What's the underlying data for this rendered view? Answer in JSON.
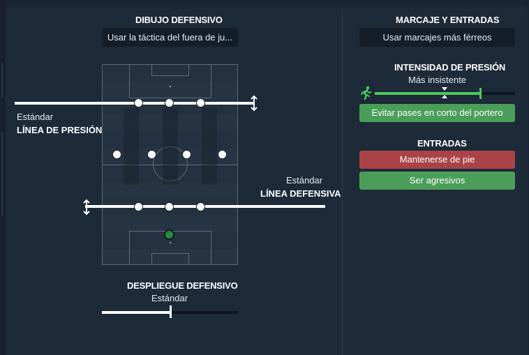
{
  "defensive_shape": {
    "heading": "DIBUJO DEFENSIVO",
    "dropdown_value": "Usar la táctica del fuera de ju..."
  },
  "pressing_line": {
    "value": "Estándar",
    "label": "LÍNEA DE PRESIÓN"
  },
  "defensive_line": {
    "value": "Estándar",
    "label": "LÍNEA DEFENSIVA"
  },
  "defensive_width": {
    "heading": "DESPLIEGUE DEFENSIVO",
    "value": "Estándar",
    "level": 0.5
  },
  "marking": {
    "heading": "MARCAJE Y ENTRADAS",
    "dropdown_value": "Usar marcajes más férreos"
  },
  "pressing_intensity": {
    "heading": "INTENSIDAD DE PRESIÓN",
    "value": "Más insistente",
    "level": 0.75,
    "button": "Evitar pases en corto del portero"
  },
  "tackling": {
    "heading": "ENTRADAS",
    "stay_on_feet": "Mantenerse de pie",
    "get_stuck_in": "Ser agresivos"
  },
  "colors": {
    "green": "#4a9e59",
    "red": "#a94348",
    "accent_slider": "#4ec95f"
  }
}
